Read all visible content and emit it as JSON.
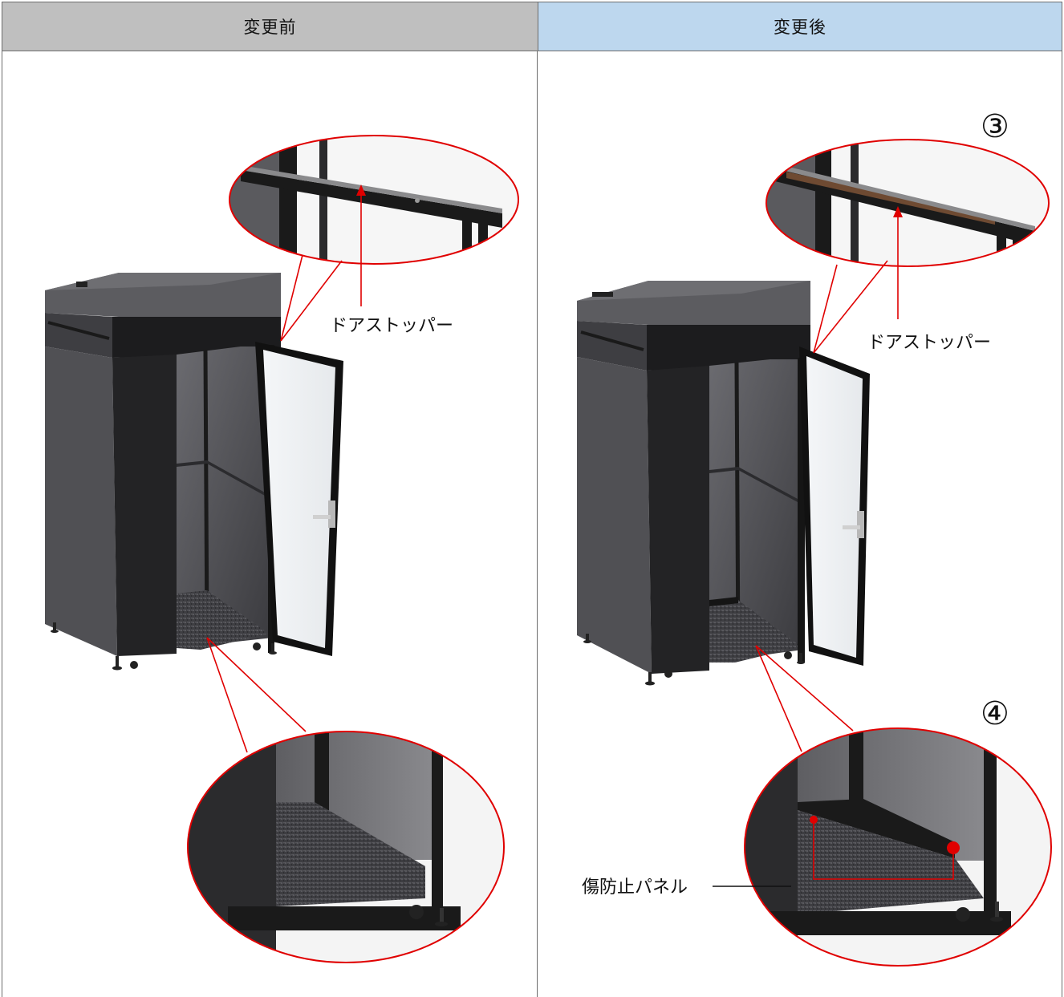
{
  "table": {
    "header_before": "変更前",
    "header_after": "変更後"
  },
  "before": {
    "door_stopper_label": "ドアストッパー"
  },
  "after": {
    "marker_top": "③",
    "marker_bottom": "④",
    "door_stopper_label": "ドアストッパー",
    "protect_panel_label": "傷防止パネル"
  },
  "colors": {
    "header_before_bg": "#bfbfbf",
    "header_after_bg": "#bdd7ee",
    "callout_red": "#e00000"
  }
}
